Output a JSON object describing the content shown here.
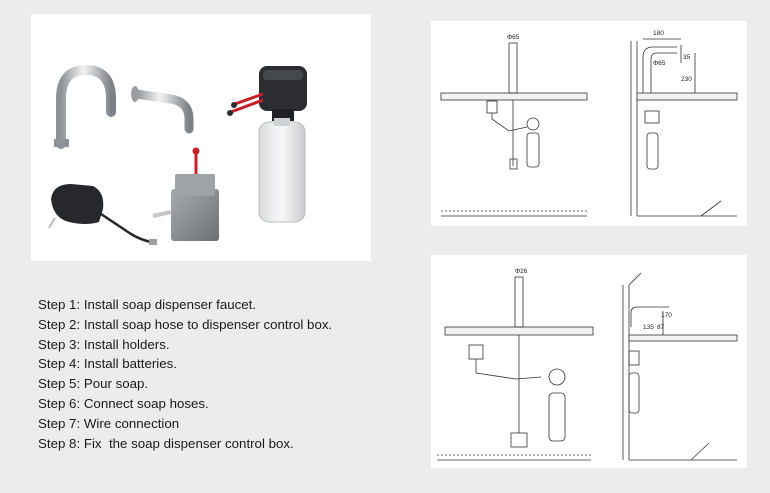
{
  "steps": [
    "Step 1: Install soap dispenser faucet.",
    "Step 2: Install soap hose to dispenser control box.",
    "Step 3: Install holders.",
    "Step 4: Install batteries.",
    "Step 5: Pour soap.",
    "Step 6: Connect soap hoses.",
    "Step 7: Wire connection",
    "Step 8: Fix  the soap dispenser control box."
  ],
  "drawing_top": {
    "dim_spout_diameter": "Φ65",
    "dim_reach": "180",
    "dim_side_diameter": "Φ65",
    "dim_small": "35",
    "dim_height": "230"
  },
  "drawing_bottom": {
    "dim_spout_diameter": "Φ26",
    "dim_height": "170",
    "dim_reach": "135",
    "dim_small": "87"
  },
  "colors": {
    "connector_red": "#c8202a",
    "faucet_chrome": "#b8bcc0",
    "box_gray": "#8c8f93"
  }
}
